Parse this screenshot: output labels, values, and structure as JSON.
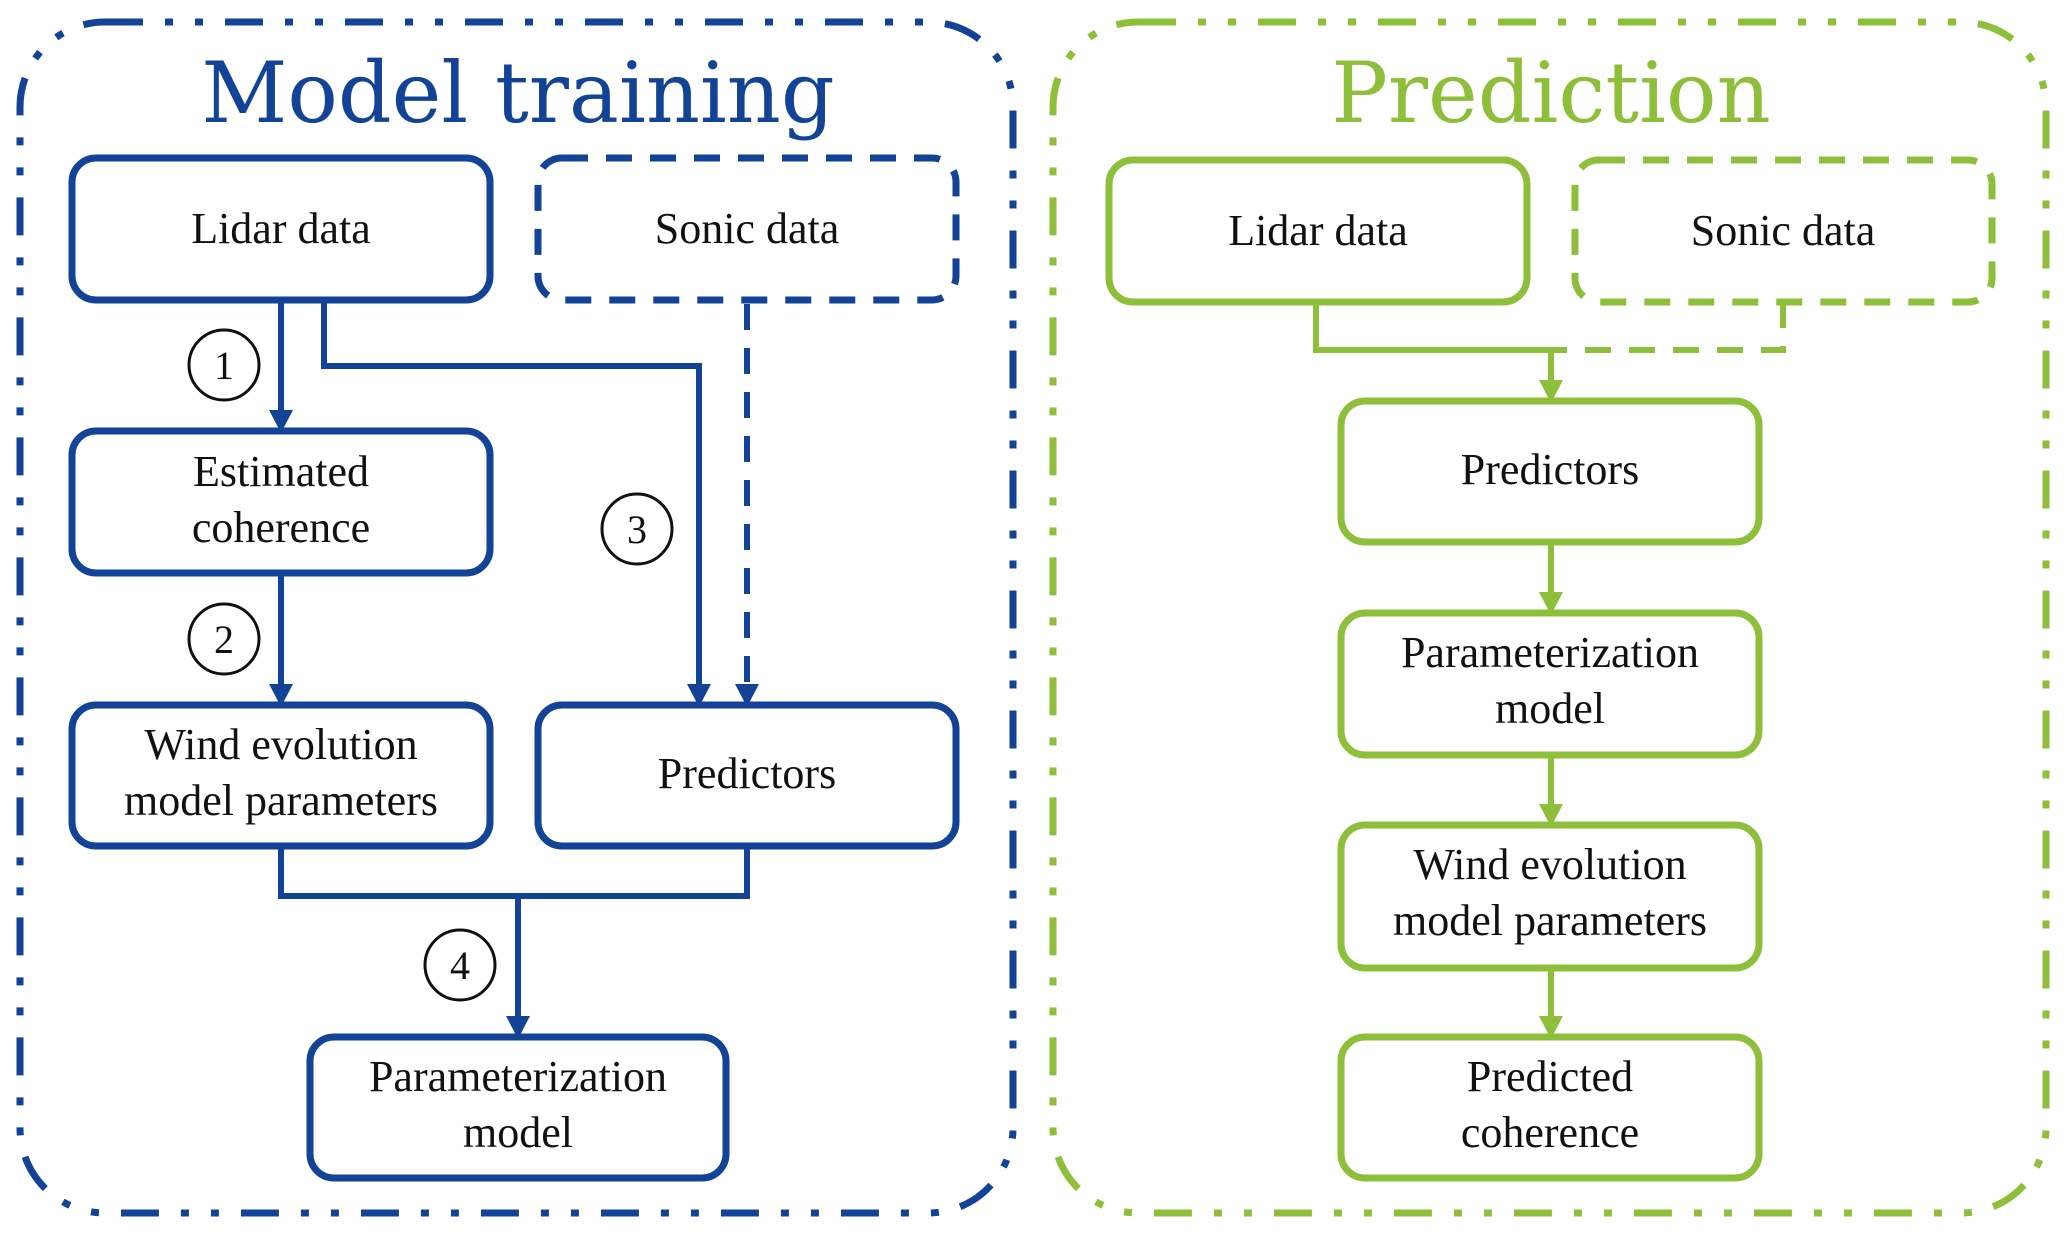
{
  "colors": {
    "training": "#134396",
    "prediction": "#8dbf3a",
    "text": "#111111"
  },
  "training": {
    "title": "Model training",
    "boxes": {
      "lidar": [
        "Lidar data"
      ],
      "sonic": [
        "Sonic data"
      ],
      "estimated": [
        "Estimated",
        "coherence"
      ],
      "wind": [
        "Wind evolution",
        "model parameters"
      ],
      "predictors": [
        "Predictors"
      ],
      "param": [
        "Parameterization",
        "model"
      ]
    },
    "steps": [
      "1",
      "2",
      "3",
      "4"
    ]
  },
  "prediction": {
    "title": "Prediction",
    "boxes": {
      "lidar": [
        "Lidar data"
      ],
      "sonic": [
        "Sonic data"
      ],
      "predictors": [
        "Predictors"
      ],
      "param": [
        "Parameterization",
        "model"
      ],
      "wind": [
        "Wind evolution",
        "model parameters"
      ],
      "predicted": [
        "Predicted",
        "coherence"
      ]
    }
  }
}
